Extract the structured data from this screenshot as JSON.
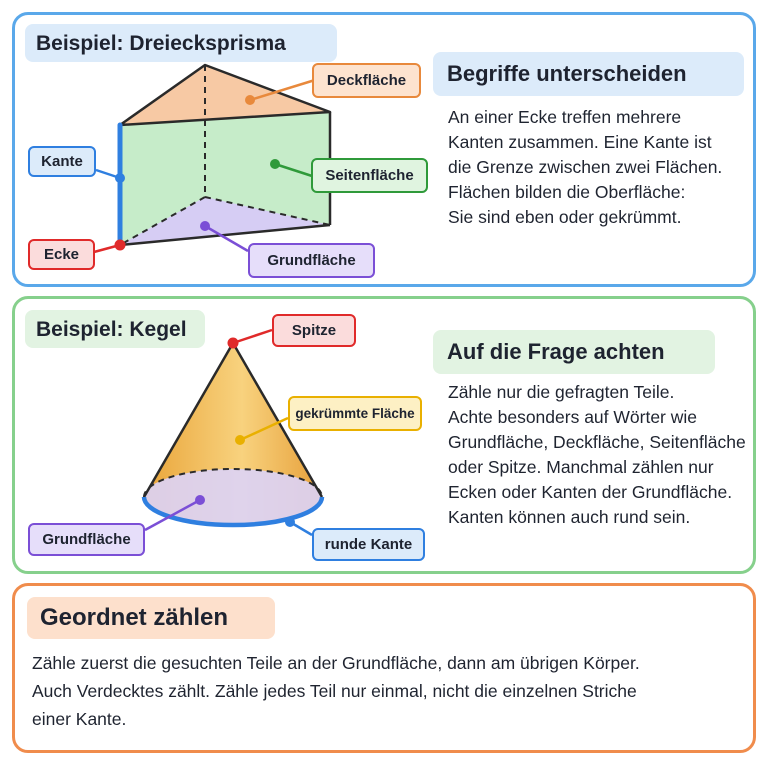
{
  "colors": {
    "top_panel_border": "#5aa8ea",
    "middle_panel_border": "#86d08c",
    "bottom_panel_border": "#f08c4c",
    "prism_top_face": "#f7c9a4",
    "prism_side_face": "#c6ecc9",
    "prism_base_face": "#d6cdf4",
    "cone_body": "#f6c56c",
    "cone_base": "#dcd3f7",
    "edge_blue": "#2f7fe0",
    "vertex_red": "#e02a2a"
  },
  "prism_panel": {
    "title": "Beispiel: Dreiecksprisma",
    "heading": "Begriffe unterscheiden",
    "text_lines": [
      "An einer Ecke treffen mehrere",
      "Kanten zusammen. Eine Kante ist",
      "die Grenze zwischen zwei Flächen.",
      "Flächen bilden die Oberfläche:",
      "Sie sind eben oder gekrümmt."
    ],
    "labels": {
      "top_face": "Deckfläche",
      "side_face": "Seitenfläche",
      "edge": "Kante",
      "vertex": "Ecke",
      "base": "Grundfläche"
    }
  },
  "cone_panel": {
    "title": "Beispiel: Kegel",
    "heading": "Auf die Frage achten",
    "text_lines": [
      "Zähle nur die gefragten Teile.",
      "Achte besonders auf Wörter wie",
      "Grundfläche, Deckfläche, Seitenfläche",
      "oder Spitze. Manchmal zählen nur",
      "Ecken oder Kanten der Grundfläche.",
      "Kanten können auch rund sein."
    ],
    "labels": {
      "apex": "Spitze",
      "curved_surface": "gekrümmte Fläche",
      "base": "Grundfläche",
      "round_edge": "runde Kante"
    }
  },
  "counting_panel": {
    "title": "Geordnet zählen",
    "text_lines": [
      "Zähle zuerst die gesuchten Teile an der Grundfläche, dann am übrigen Körper.",
      "Auch Verdecktes zählt. Zähle jedes Teil nur einmal, nicht die einzelnen Striche",
      "einer Kante."
    ]
  }
}
